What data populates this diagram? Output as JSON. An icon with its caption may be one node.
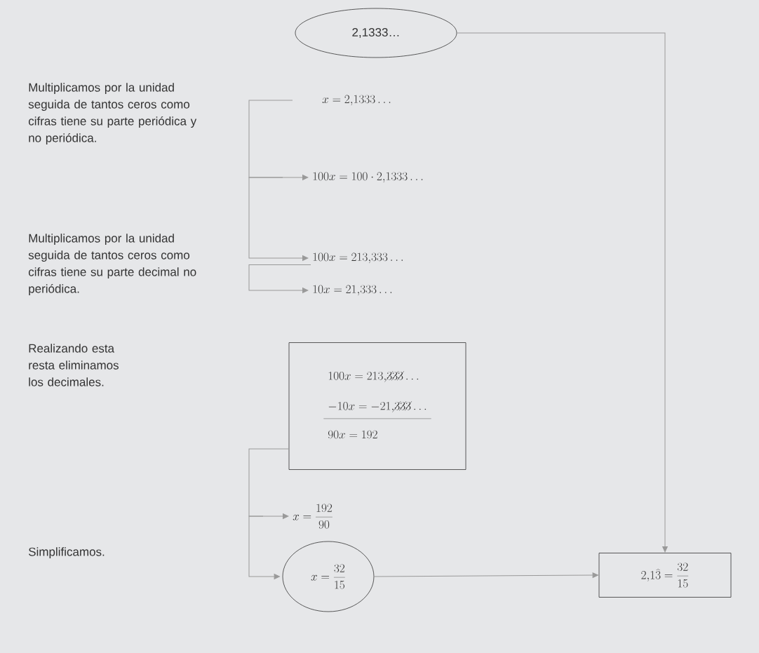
{
  "diagram": {
    "nodes": [
      {
        "text": [
          "2,1333…"
        ]
      },
      {
        "text": [
          "x = 2{,}1333\\ldots"
        ]
      },
      {
        "text": [
          "100x = 100 \\cdot 2{,}1333\\ldots"
        ]
      },
      {
        "text": [
          "100x = 213{,}333\\ldots"
        ]
      },
      {
        "text": [
          "10x = 21{,}333\\ldots"
        ]
      },
      {
        "text": [
          "100x = 213{,}\\cancel{3}\\cancel{3}\\cancel{3}\\ldots",
          "-10x = -21{,}\\cancel{3}\\cancel{3}\\cancel{3}\\ldots",
          "90x = 192"
        ]
      },
      {
        "text": [
          "x = \\frac{192}{90}"
        ]
      },
      {
        "text": [
          "x = \\frac{32}{15}"
        ]
      },
      {
        "text": [
          "2{,}1\\widehat{3} = \\frac{32}{15}"
        ]
      }
    ],
    "edges": [
      {
        "from": 0,
        "to": 8,
        "arrow": "to"
      },
      {
        "from": 1,
        "to": 2,
        "arrow": "to"
      },
      {
        "from": 2,
        "to": 3,
        "arrow": "to"
      },
      {
        "from": 3,
        "to": 4,
        "arrow": "to"
      },
      {
        "from": 5,
        "to": 6,
        "arrow": "to"
      },
      {
        "from": 6,
        "to": 7,
        "arrow": "to"
      },
      {
        "from": 7,
        "to": 8,
        "arrow": "to"
      }
    ],
    "labels": [
      "Multiplicamos por la unidad seguida de tantos ceros como cifras tiene su parte periódica y no periódica.",
      "Multiplicamos por la unidad seguida de tantos ceros como cifras tiene su parte decimal no periódica.",
      "Realizando esta resta eliminamos los decimales.",
      "Simplificamos."
    ]
  }
}
